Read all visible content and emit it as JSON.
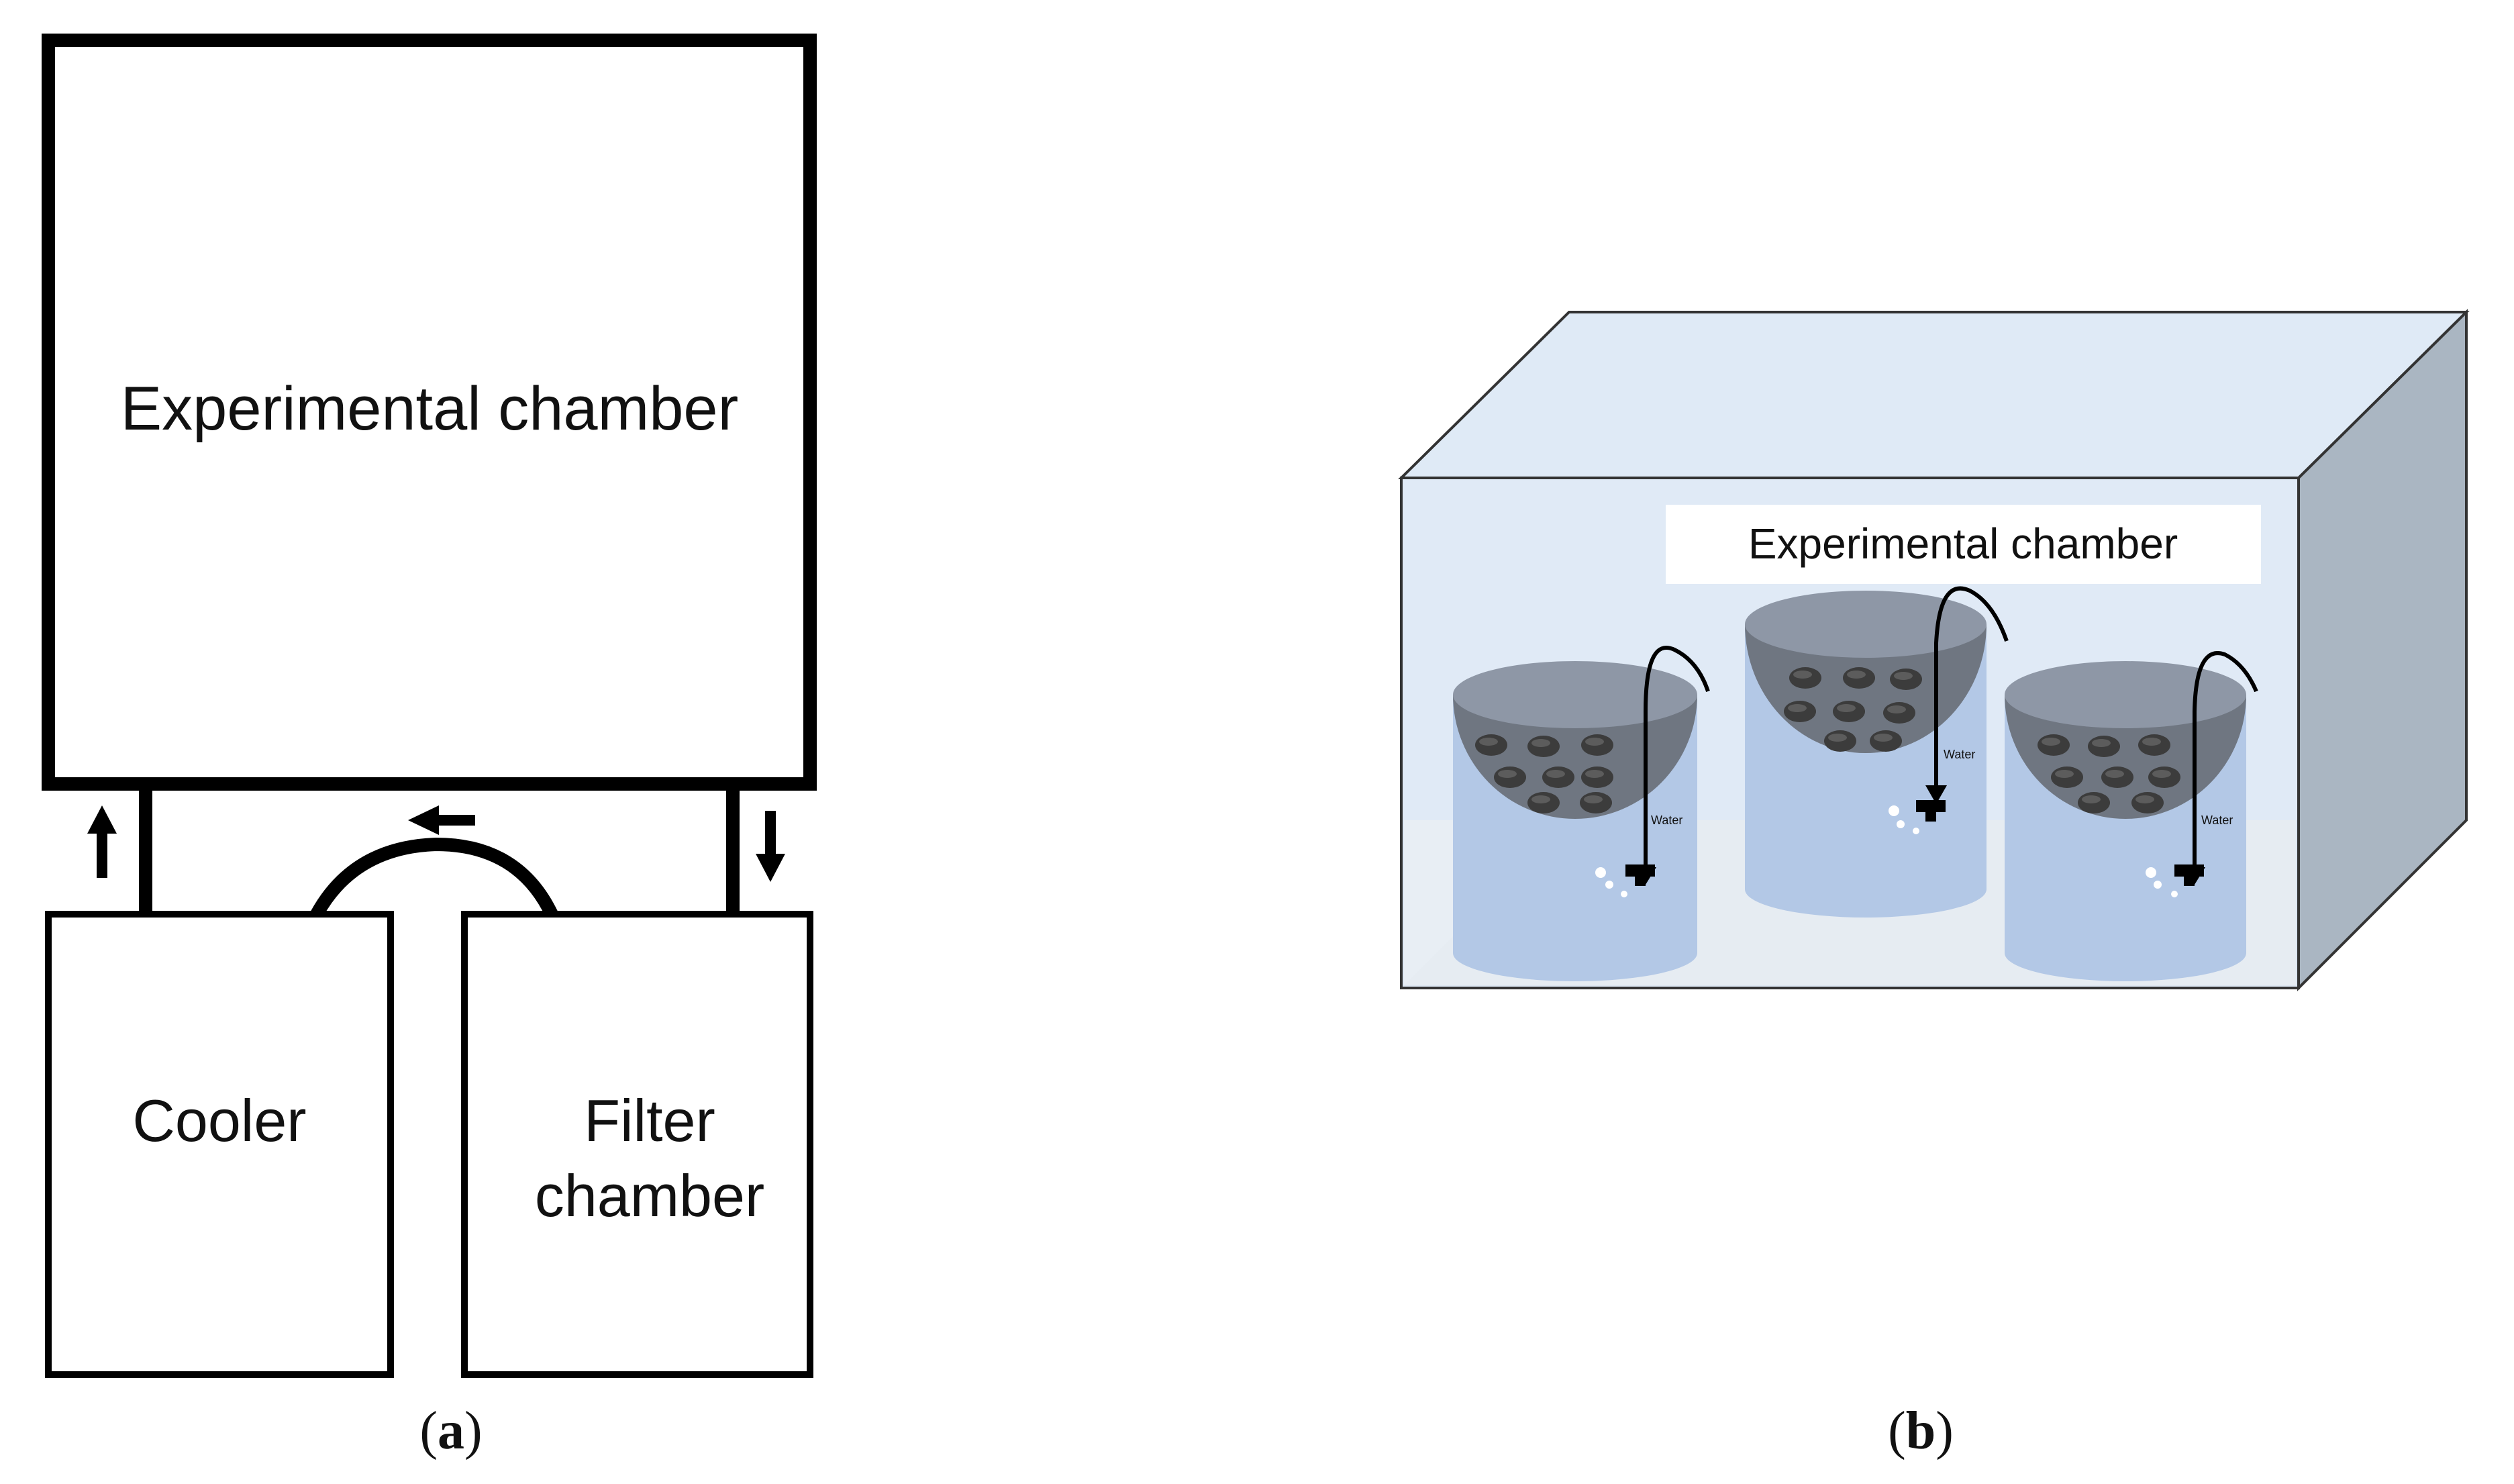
{
  "panel_a": {
    "experimental_chamber_label": "Experimental chamber",
    "cooler_label": "Cooler",
    "filter_chamber_label_line1": "Filter",
    "filter_chamber_label_line2": "chamber",
    "caption_open": "(",
    "caption_letter": "a",
    "caption_close": ")"
  },
  "panel_b": {
    "experimental_chamber_label": "Experimental chamber",
    "water_label_left": "Water",
    "water_label_middle": "Water",
    "water_label_right": "Water",
    "caption_open": "(",
    "caption_letter": "b",
    "caption_close": ")"
  },
  "colors": {
    "line": "#000000",
    "box_back": "#dfeaf6",
    "box_front": "#c9d9ee",
    "box_side": "#aab6c2",
    "box_floor": "#efefef",
    "tank_body": "#b3c8e6",
    "tank_top": "#8e97a6",
    "basket": "#6f7681",
    "shell": "#3c3c3c"
  }
}
